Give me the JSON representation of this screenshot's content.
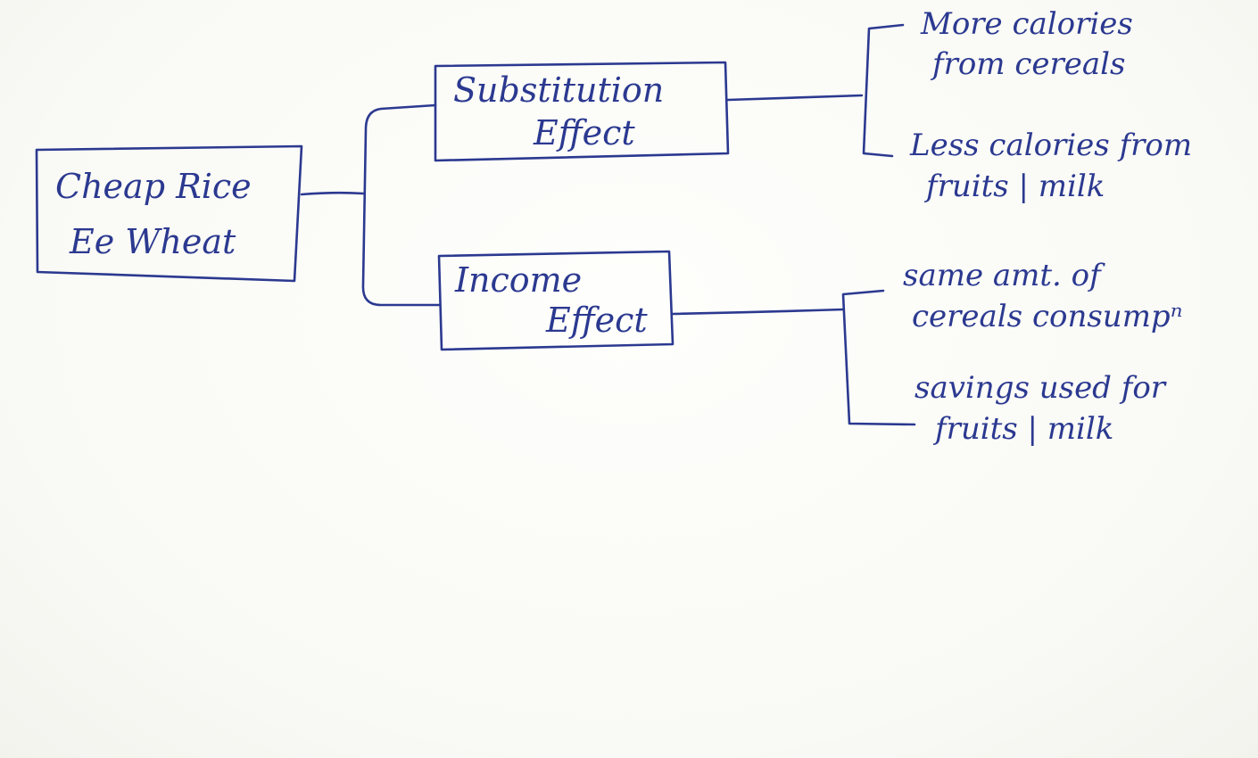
{
  "diagram": {
    "root": {
      "line1": "Cheap Rice",
      "line2": "Ee Wheat"
    },
    "branches": [
      {
        "line1": "Substitution",
        "line2": "Effect",
        "leaves": [
          {
            "line1": "More calories",
            "line2": "from cereals"
          },
          {
            "line1": "Less calories from",
            "line2": "fruits | milk"
          }
        ]
      },
      {
        "line1": "Income",
        "line2": "Effect",
        "leaves": [
          {
            "line1": "same amt. of",
            "line2": "cereals consumpⁿ"
          },
          {
            "line1": "savings used for",
            "line2": "fruits | milk"
          }
        ]
      }
    ],
    "ink_color": "#2b3990",
    "paper_color": "#fbfbf8"
  }
}
